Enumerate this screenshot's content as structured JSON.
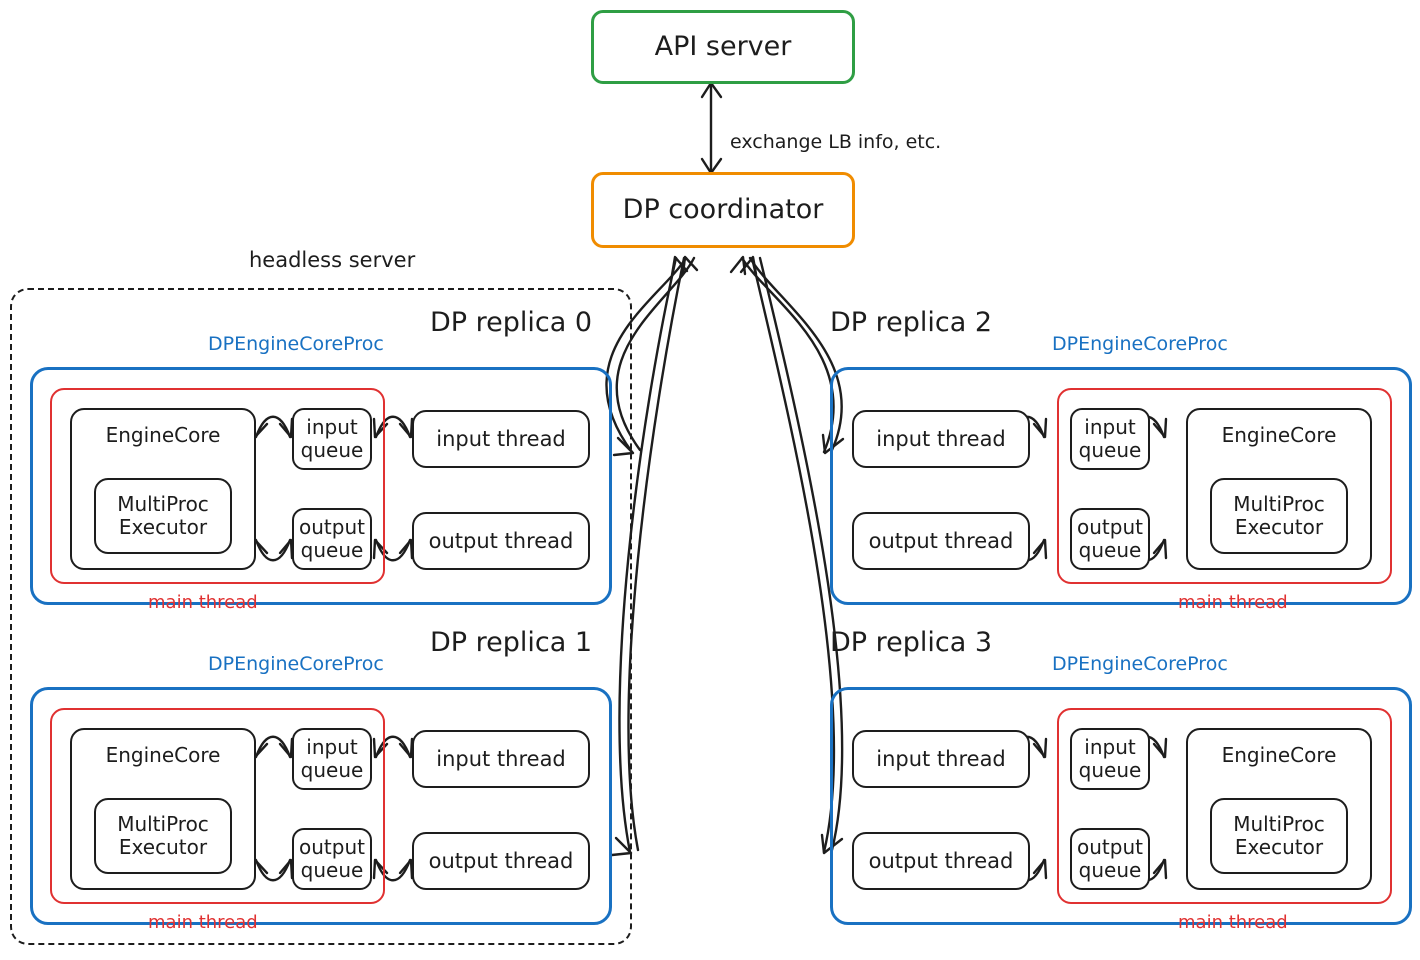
{
  "diagram": {
    "title_nodes": {
      "api_server": "API server",
      "dp_coordinator": "DP coordinator"
    },
    "edge_labels": {
      "coordinator_api": "exchange LB info, etc."
    },
    "boundary": {
      "headless_server": "headless server"
    },
    "colors": {
      "api_border": "#2f9e44",
      "coordinator_border": "#f08c00",
      "process_border": "#1971c2",
      "main_thread_border": "#e03131",
      "node_border": "#1d1d1d",
      "background": "#ffffff"
    },
    "common_labels": {
      "process": "DPEngineCoreProc",
      "main_thread": "main thread",
      "engine_core": "EngineCore",
      "multiproc_executor": "MultiProc\nExecutor",
      "input_queue": "input\nqueue",
      "output_queue": "output\nqueue",
      "input_thread": "input thread",
      "output_thread": "output thread"
    },
    "replicas": [
      {
        "id": "replica-0",
        "title": "DP replica 0",
        "orientation": "left",
        "in_headless_server": true,
        "process_label": "DPEngineCoreProc",
        "main_thread_label": "main thread",
        "nodes": {
          "engine_core": "EngineCore",
          "multiproc_executor": "MultiProc\nExecutor",
          "input_queue": "input\nqueue",
          "output_queue": "output\nqueue",
          "input_thread": "input thread",
          "output_thread": "output thread"
        }
      },
      {
        "id": "replica-1",
        "title": "DP replica 1",
        "orientation": "left",
        "in_headless_server": true,
        "process_label": "DPEngineCoreProc",
        "main_thread_label": "main thread",
        "nodes": {
          "engine_core": "EngineCore",
          "multiproc_executor": "MultiProc\nExecutor",
          "input_queue": "input\nqueue",
          "output_queue": "output\nqueue",
          "input_thread": "input thread",
          "output_thread": "output thread"
        }
      },
      {
        "id": "replica-2",
        "title": "DP replica 2",
        "orientation": "right",
        "in_headless_server": false,
        "process_label": "DPEngineCoreProc",
        "main_thread_label": "main thread",
        "nodes": {
          "engine_core": "EngineCore",
          "multiproc_executor": "MultiProc\nExecutor",
          "input_queue": "input\nqueue",
          "output_queue": "output\nqueue",
          "input_thread": "input thread",
          "output_thread": "output thread"
        }
      },
      {
        "id": "replica-3",
        "title": "DP replica 3",
        "orientation": "right",
        "in_headless_server": false,
        "process_label": "DPEngineCoreProc",
        "main_thread_label": "main thread",
        "nodes": {
          "engine_core": "EngineCore",
          "multiproc_executor": "MultiProc\nExecutor",
          "input_queue": "input\nqueue",
          "output_queue": "output\nqueue",
          "input_thread": "input thread",
          "output_thread": "output thread"
        }
      }
    ]
  }
}
